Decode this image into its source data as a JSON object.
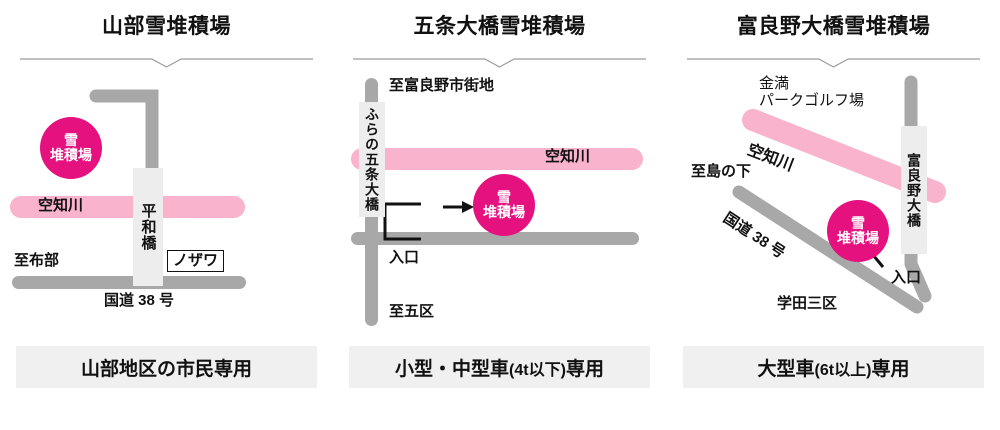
{
  "panels": [
    {
      "title": "山部雪堆積場",
      "caption": "山部地区の市民専用",
      "depot": "雪堆積場",
      "depot_line1": "雪",
      "depot_line2": "堆積場",
      "river": "空知川",
      "bridge": "平和橋",
      "shop": "ノザワ",
      "road_name": "国道 38 号",
      "dir_left": "至布部"
    },
    {
      "title": "五条大橋雪堆積場",
      "caption_main": "小型・中型車",
      "caption_paren": "(4t以下)",
      "caption_tail": "専用",
      "caption": "小型・中型車(4t以下)専用",
      "depot_line1": "雪",
      "depot_line2": "堆積場",
      "river": "空知川",
      "bridge": "ふらの五条大橋",
      "dir_top": "至富良野市街地",
      "dir_bottom": "至五区",
      "entrance": "入口",
      "arrow": "arrow-right-icon"
    },
    {
      "title": "富良野大橋雪堆積場",
      "caption_main": "大型車",
      "caption_paren": "(6t以上)",
      "caption_tail": "専用",
      "caption": "大型車(6t以上)専用",
      "depot_line1": "雪",
      "depot_line2": "堆積場",
      "river": "空知川",
      "bridge": "富良野大橋",
      "golf_line1": "金満",
      "golf_line2": "パークゴルフ場",
      "dir_left": "至島の下",
      "road_name": "国道 38 号",
      "district": "学田三区",
      "entrance": "入口",
      "arrow": "arrow-up-left-icon"
    }
  ],
  "colors": {
    "road": "#a8a8a8",
    "river": "#f9b3cc",
    "depot": "#e5117f",
    "bridge_plate": "#ededed",
    "caption_bar": "#f0f0f0",
    "rule": "#9a9a9a",
    "text": "#111111"
  }
}
